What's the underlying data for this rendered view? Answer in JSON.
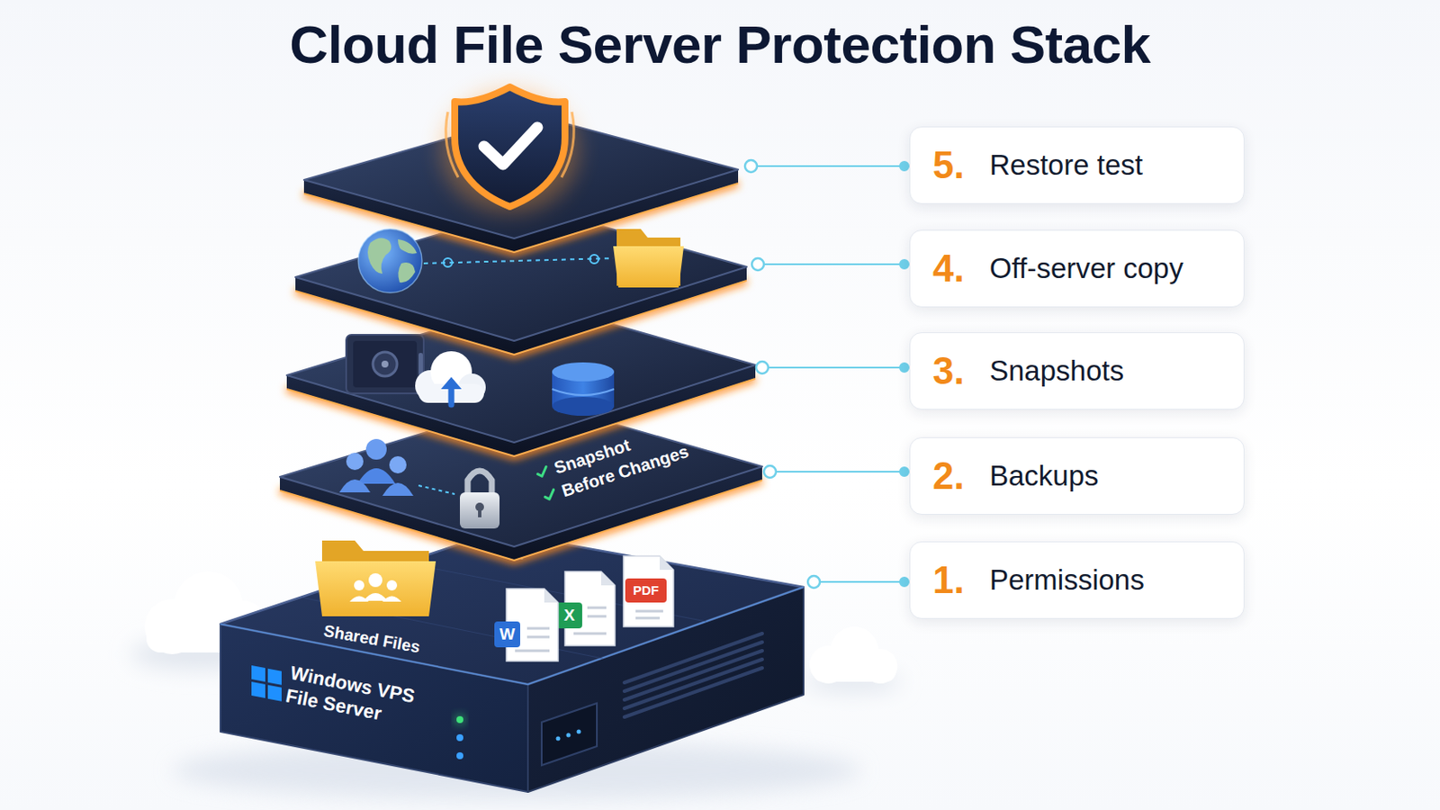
{
  "diagram": {
    "title": "Cloud File Server Protection Stack",
    "nodes": [
      {
        "text": [
          "5.",
          "Restore test"
        ]
      },
      {
        "text": [
          "4.",
          "Off-server copy"
        ]
      },
      {
        "text": [
          "3.",
          "Snapshots"
        ]
      },
      {
        "text": [
          "2.",
          "Backups"
        ]
      },
      {
        "text": [
          "1.",
          "Permissions"
        ]
      }
    ],
    "labels": [
      "Snapshot",
      "Before Changes",
      "Shared Files",
      "W",
      "X",
      "PDF",
      "Windows VPS File Server"
    ]
  }
}
